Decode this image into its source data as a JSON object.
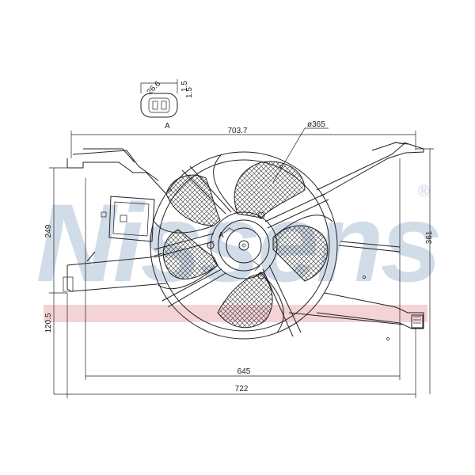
{
  "watermark": {
    "text": "Nissens",
    "registered_mark": "®",
    "color_blue": "#c9d6e6",
    "color_red": "#f0c8cc"
  },
  "connector": {
    "width_label": "26.6",
    "pin_label_1": "1.5",
    "pin_label_2": "1.5",
    "view_label": "A"
  },
  "dimensions": {
    "top_width": "703.7",
    "fan_diameter": "ø365",
    "height_total": "361",
    "height_upper": "249",
    "height_lower": "120.5",
    "inner_width": "645",
    "overall_width": "722"
  },
  "hub_label": "A"
}
